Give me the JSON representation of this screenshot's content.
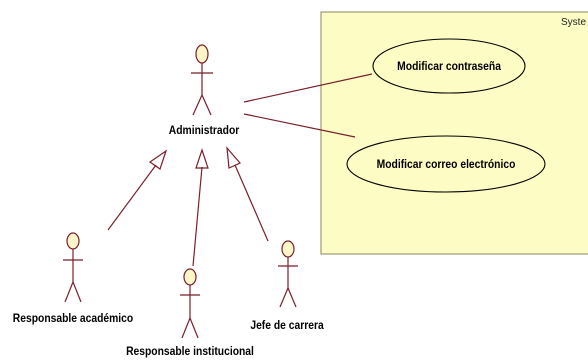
{
  "system": {
    "label": "Syste",
    "fill": "#fcfcc4",
    "border": "#8a8a5a"
  },
  "colors": {
    "line": "#7a1f2b",
    "actor_head_fill": "#fdf6c8"
  },
  "use_cases": [
    {
      "label": "Modificar contraseña"
    },
    {
      "label": "Modificar correo electrónico"
    }
  ],
  "actors": [
    {
      "label": "Administrador"
    },
    {
      "label": "Responsable académico"
    },
    {
      "label": "Responsable institucional"
    },
    {
      "label": "Jefe de carrera"
    }
  ]
}
